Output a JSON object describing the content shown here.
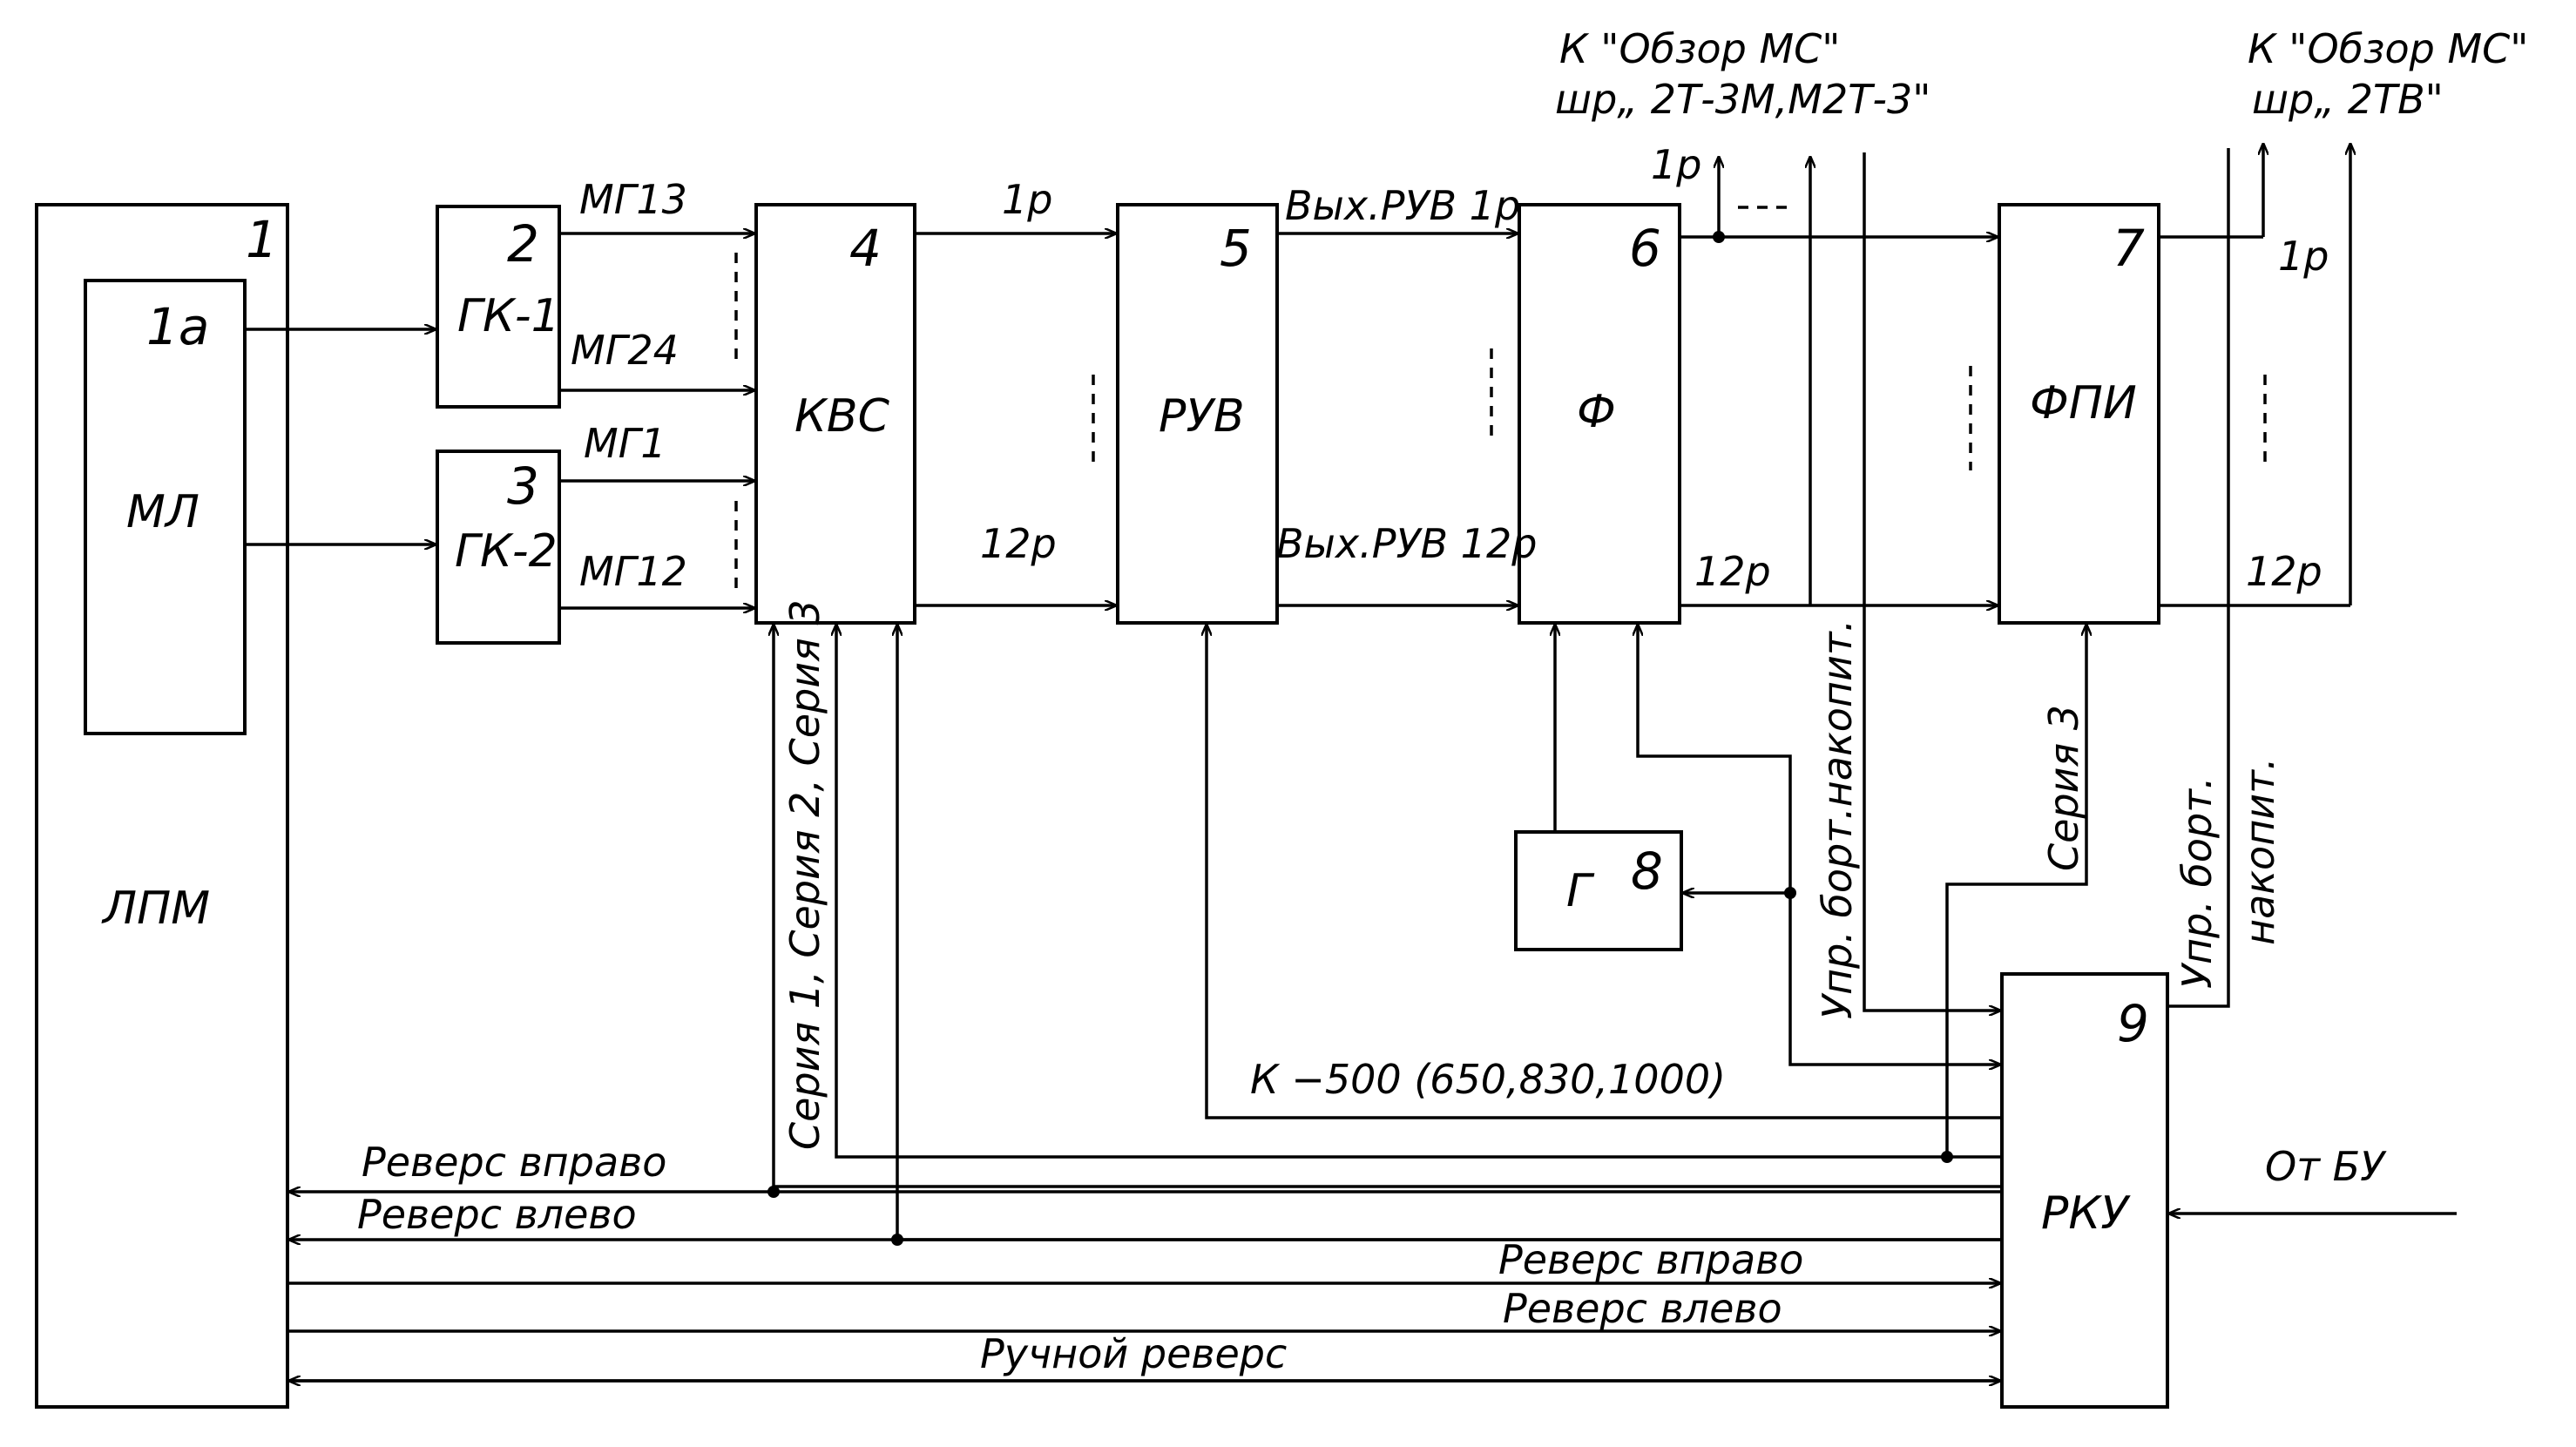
{
  "blocks": {
    "b1": {
      "number": "1",
      "name": "ЛПМ"
    },
    "b1a": {
      "number": "1а",
      "name": "МЛ"
    },
    "b2": {
      "number": "2",
      "name": "ГК-1"
    },
    "b3": {
      "number": "3",
      "name": "ГК-2"
    },
    "b4": {
      "number": "4",
      "name": "КВС"
    },
    "b5": {
      "number": "5",
      "name": "РУВ"
    },
    "b6": {
      "number": "6",
      "name": "Ф"
    },
    "b7": {
      "number": "7",
      "name": "ФПИ"
    },
    "b8": {
      "number": "8",
      "name": "Г"
    },
    "b9": {
      "number": "9",
      "name": "РКУ"
    }
  },
  "signals": {
    "mg13": "МГ13",
    "mg24": "МГ24",
    "mg1": "МГ1",
    "mg12": "МГ12",
    "p1_kvs": "1р",
    "p12_kvs": "12р",
    "vyh_ruv_1p": "Вых.РУВ 1р",
    "vyh_ruv_12p": "Вых.РУВ 12р",
    "p1_f": "1р",
    "p12_f": "12р",
    "p1_fpi": "1р",
    "p12_fpi": "12р",
    "k500": "К −500 (650,830,1000)",
    "serii": "Серия 1, Серия 2, Серия 3",
    "seriya3": "Серия 3",
    "upr_bort": "Упр. борт.накопит.",
    "upr_bort_2a": "Упр. борт.",
    "upr_bort_2b": "накопит.",
    "revers_vpravo_1": "Реверс вправо",
    "revers_vlevo_1": "Реверс влево",
    "revers_vpravo_2": "Реверс вправо",
    "revers_vlevo_2": "Реверс влево",
    "ruchnoy": "Ручной реверс",
    "ot_bu": "От БУ"
  },
  "outputs": {
    "obzor1_line1": "К \"Обзор МС\"",
    "obzor1_line2": "шр„ 2Т-3М,М2Т-3\"",
    "obzor2_line1": "К \"Обзор МС\"",
    "obzor2_line2": "шр„ 2ТВ\""
  }
}
